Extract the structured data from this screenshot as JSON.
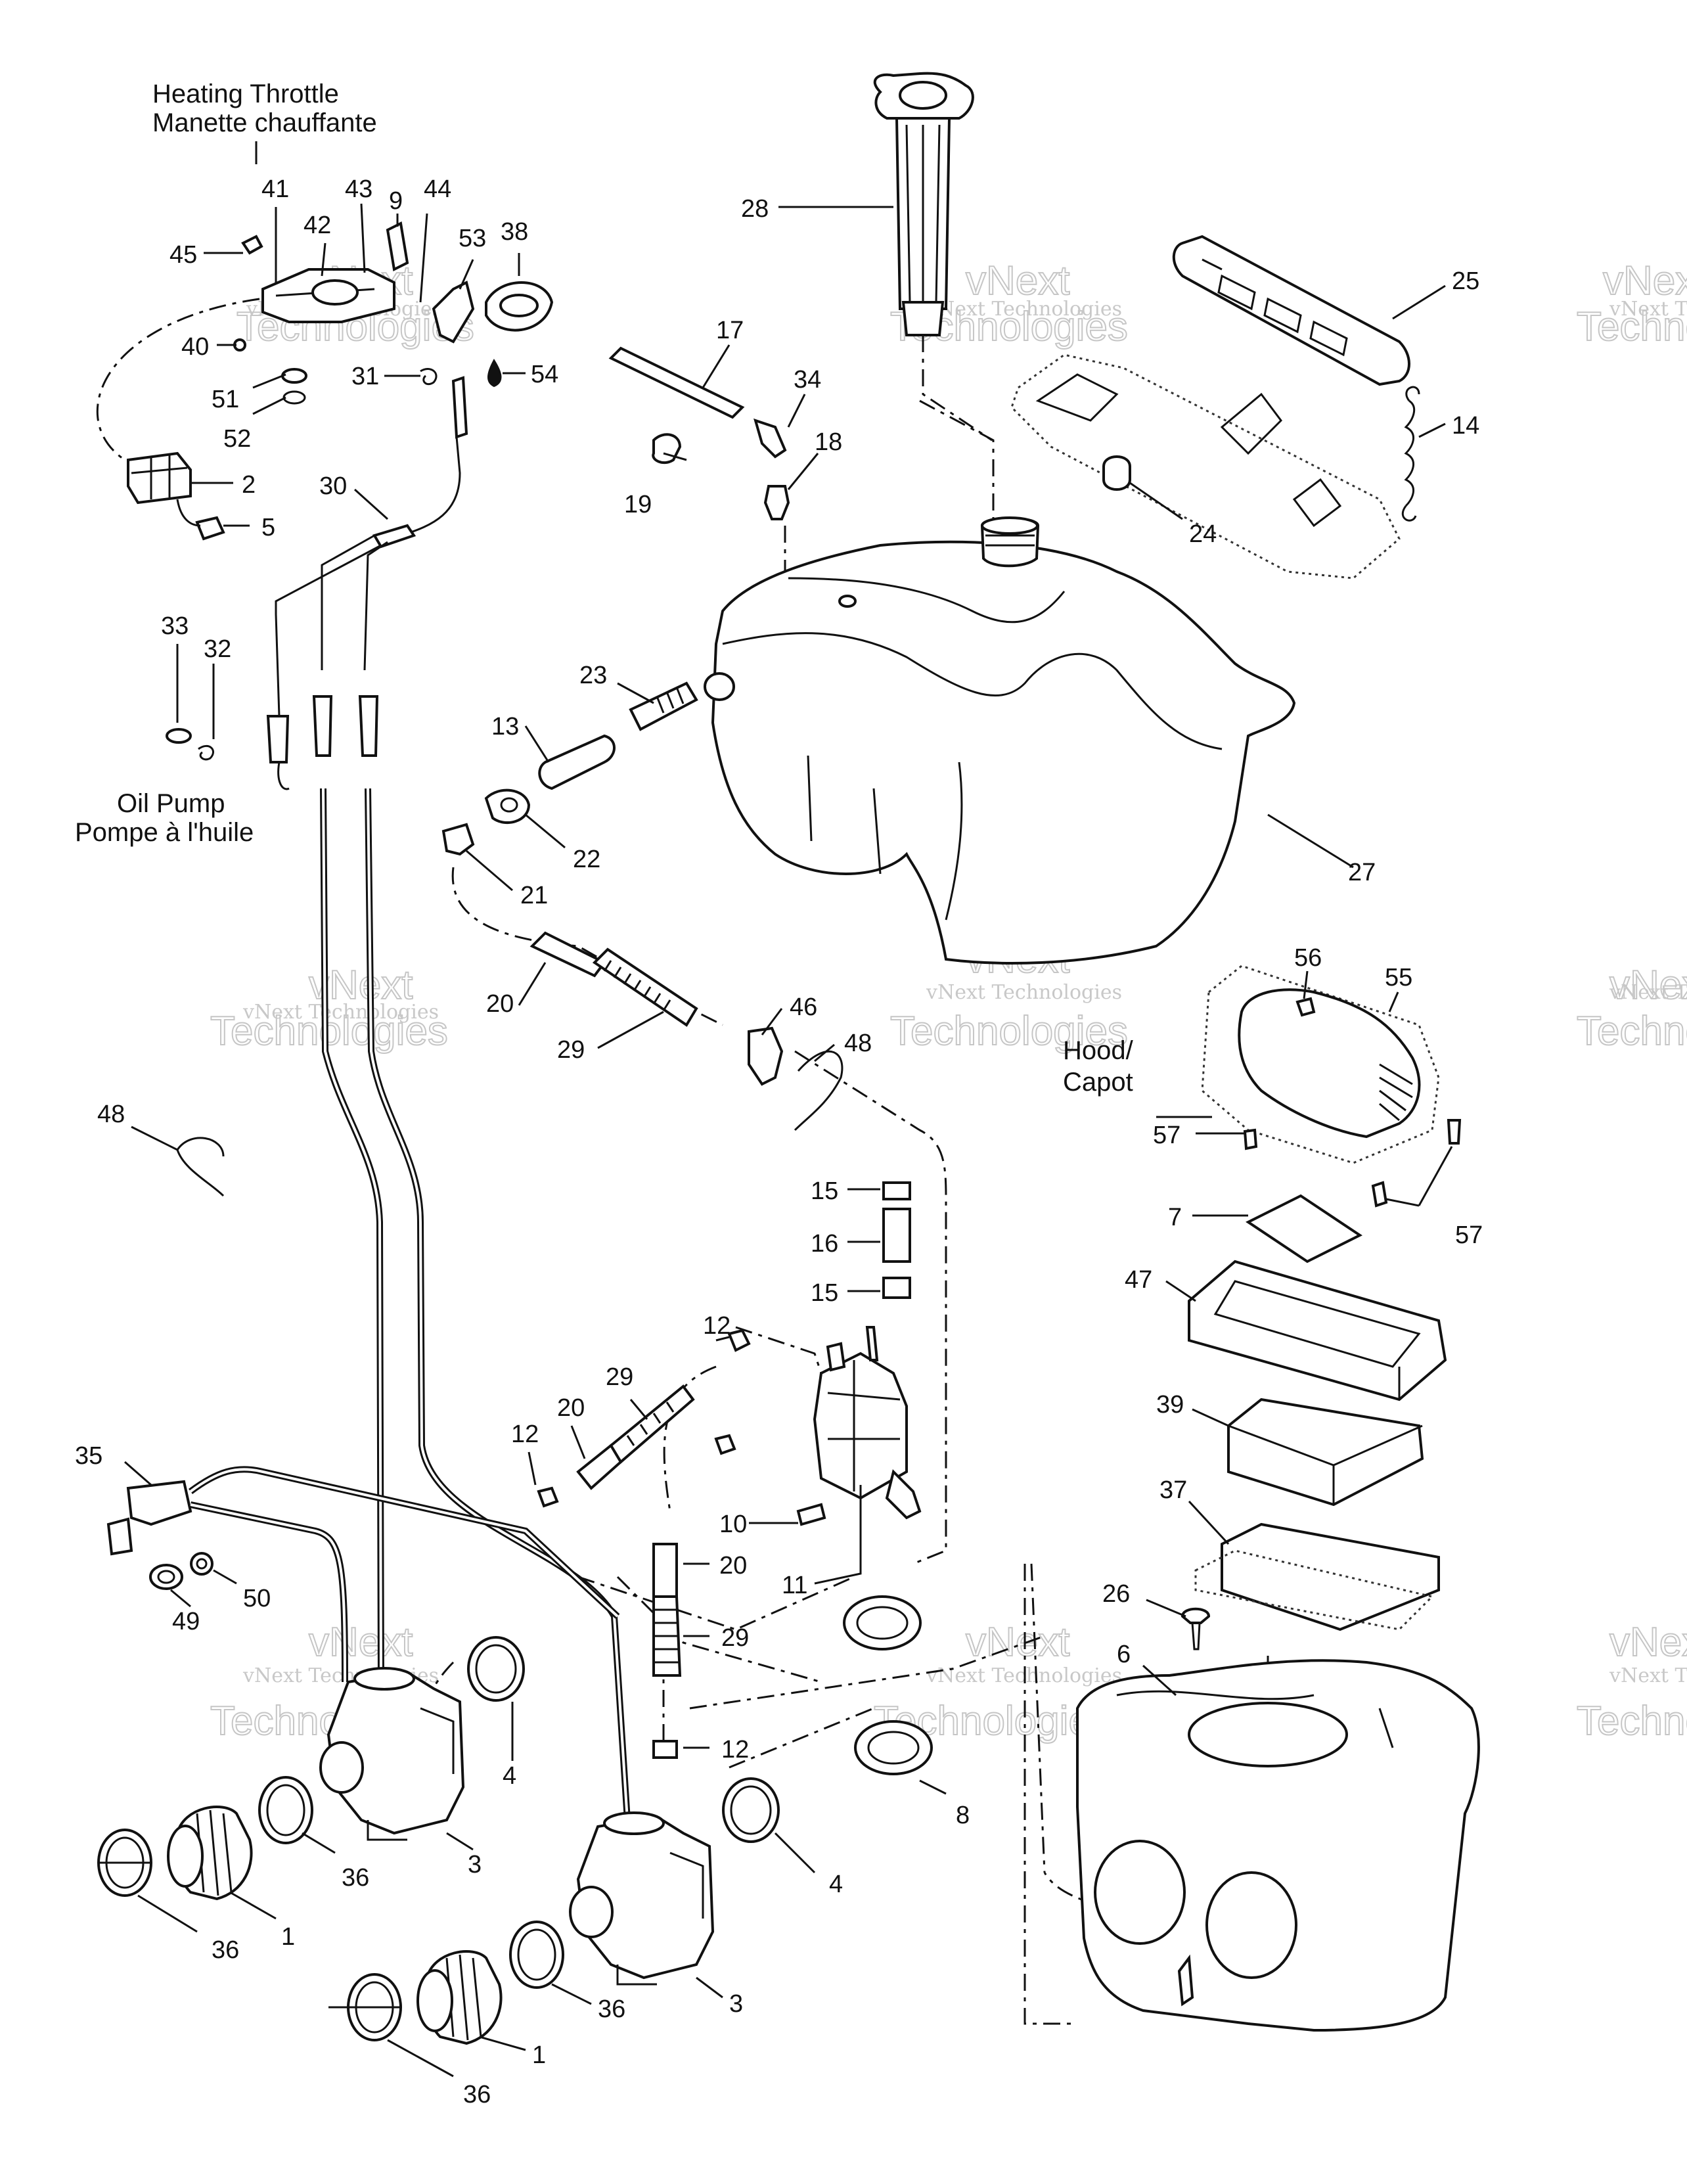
{
  "captions": {
    "heating_throttle": [
      "Heating Throttle",
      "Manette chauffante"
    ],
    "oil_pump": [
      "Oil Pump",
      "Pompe à l'huile"
    ],
    "hood": [
      "Hood/",
      "Capot"
    ]
  },
  "watermark": {
    "line1": "vNext",
    "line2": "Technologies",
    "small": "vNext Technologies"
  },
  "callouts": [
    {
      "id": "c-41",
      "label": "41"
    },
    {
      "id": "c-43",
      "label": "43"
    },
    {
      "id": "c-9",
      "label": "9"
    },
    {
      "id": "c-44",
      "label": "44"
    },
    {
      "id": "c-42",
      "label": "42"
    },
    {
      "id": "c-53",
      "label": "53"
    },
    {
      "id": "c-38",
      "label": "38"
    },
    {
      "id": "c-45",
      "label": "45"
    },
    {
      "id": "c-40",
      "label": "40"
    },
    {
      "id": "c-51",
      "label": "51"
    },
    {
      "id": "c-31",
      "label": "31"
    },
    {
      "id": "c-54",
      "label": "54"
    },
    {
      "id": "c-52",
      "label": "52"
    },
    {
      "id": "c-2",
      "label": "2"
    },
    {
      "id": "c-5",
      "label": "5"
    },
    {
      "id": "c-30",
      "label": "30"
    },
    {
      "id": "c-33",
      "label": "33"
    },
    {
      "id": "c-32",
      "label": "32"
    },
    {
      "id": "c-28",
      "label": "28"
    },
    {
      "id": "c-17",
      "label": "17"
    },
    {
      "id": "c-34",
      "label": "34"
    },
    {
      "id": "c-18",
      "label": "18"
    },
    {
      "id": "c-19",
      "label": "19"
    },
    {
      "id": "c-25",
      "label": "25"
    },
    {
      "id": "c-14",
      "label": "14"
    },
    {
      "id": "c-24",
      "label": "24"
    },
    {
      "id": "c-23",
      "label": "23"
    },
    {
      "id": "c-13",
      "label": "13"
    },
    {
      "id": "c-22",
      "label": "22"
    },
    {
      "id": "c-21",
      "label": "21"
    },
    {
      "id": "c-27",
      "label": "27"
    },
    {
      "id": "c-20a",
      "label": "20"
    },
    {
      "id": "c-29a",
      "label": "29"
    },
    {
      "id": "c-46",
      "label": "46"
    },
    {
      "id": "c-48a",
      "label": "48"
    },
    {
      "id": "c-48b",
      "label": "48"
    },
    {
      "id": "c-56",
      "label": "56"
    },
    {
      "id": "c-55",
      "label": "55"
    },
    {
      "id": "c-57a",
      "label": "57"
    },
    {
      "id": "c-57b",
      "label": "57"
    },
    {
      "id": "c-15a",
      "label": "15"
    },
    {
      "id": "c-16",
      "label": "16"
    },
    {
      "id": "c-15b",
      "label": "15"
    },
    {
      "id": "c-7",
      "label": "7"
    },
    {
      "id": "c-47",
      "label": "47"
    },
    {
      "id": "c-12a",
      "label": "12"
    },
    {
      "id": "c-29b",
      "label": "29"
    },
    {
      "id": "c-20b",
      "label": "20"
    },
    {
      "id": "c-12b",
      "label": "12"
    },
    {
      "id": "c-35",
      "label": "35"
    },
    {
      "id": "c-39",
      "label": "39"
    },
    {
      "id": "c-37",
      "label": "37"
    },
    {
      "id": "c-10",
      "label": "10"
    },
    {
      "id": "c-11",
      "label": "11"
    },
    {
      "id": "c-20c",
      "label": "20"
    },
    {
      "id": "c-50",
      "label": "50"
    },
    {
      "id": "c-49",
      "label": "49"
    },
    {
      "id": "c-26",
      "label": "26"
    },
    {
      "id": "c-6",
      "label": "6"
    },
    {
      "id": "c-29c",
      "label": "29"
    },
    {
      "id": "c-4a",
      "label": "4"
    },
    {
      "id": "c-12c",
      "label": "12"
    },
    {
      "id": "c-8",
      "label": "8"
    },
    {
      "id": "c-36a",
      "label": "36"
    },
    {
      "id": "c-3a",
      "label": "3"
    },
    {
      "id": "c-4b",
      "label": "4"
    },
    {
      "id": "c-1a",
      "label": "1"
    },
    {
      "id": "c-36b",
      "label": "36"
    },
    {
      "id": "c-36c",
      "label": "36"
    },
    {
      "id": "c-3b",
      "label": "3"
    },
    {
      "id": "c-1b",
      "label": "1"
    },
    {
      "id": "c-36d",
      "label": "36"
    }
  ]
}
